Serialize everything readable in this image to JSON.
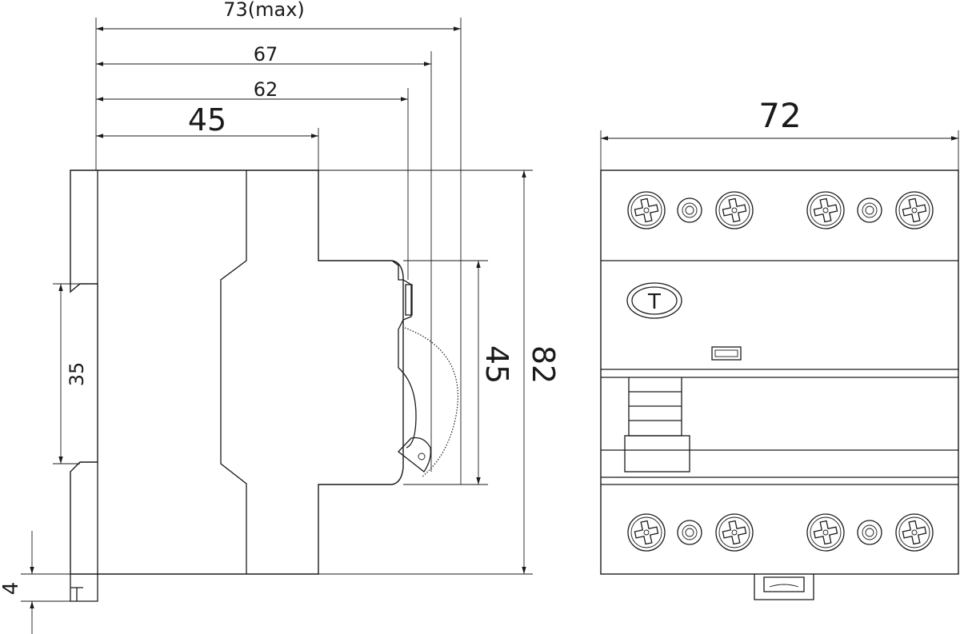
{
  "side_view": {
    "dims": {
      "overall_max": "73(max)",
      "depth_67": "67",
      "depth_62": "62",
      "depth_45": "45",
      "rail_35": "35",
      "front_45": "45",
      "height_82": "82",
      "clip_4": "4"
    }
  },
  "front_view": {
    "width_label": "72",
    "test_button_label": "T",
    "top_terminals": [
      "screw",
      "led",
      "screw",
      "screw",
      "led",
      "screw"
    ],
    "bottom_terminals": [
      "screw",
      "led",
      "screw",
      "screw",
      "led",
      "screw"
    ]
  },
  "colors": {
    "line": "#1a1a1a",
    "background": "#ffffff"
  }
}
